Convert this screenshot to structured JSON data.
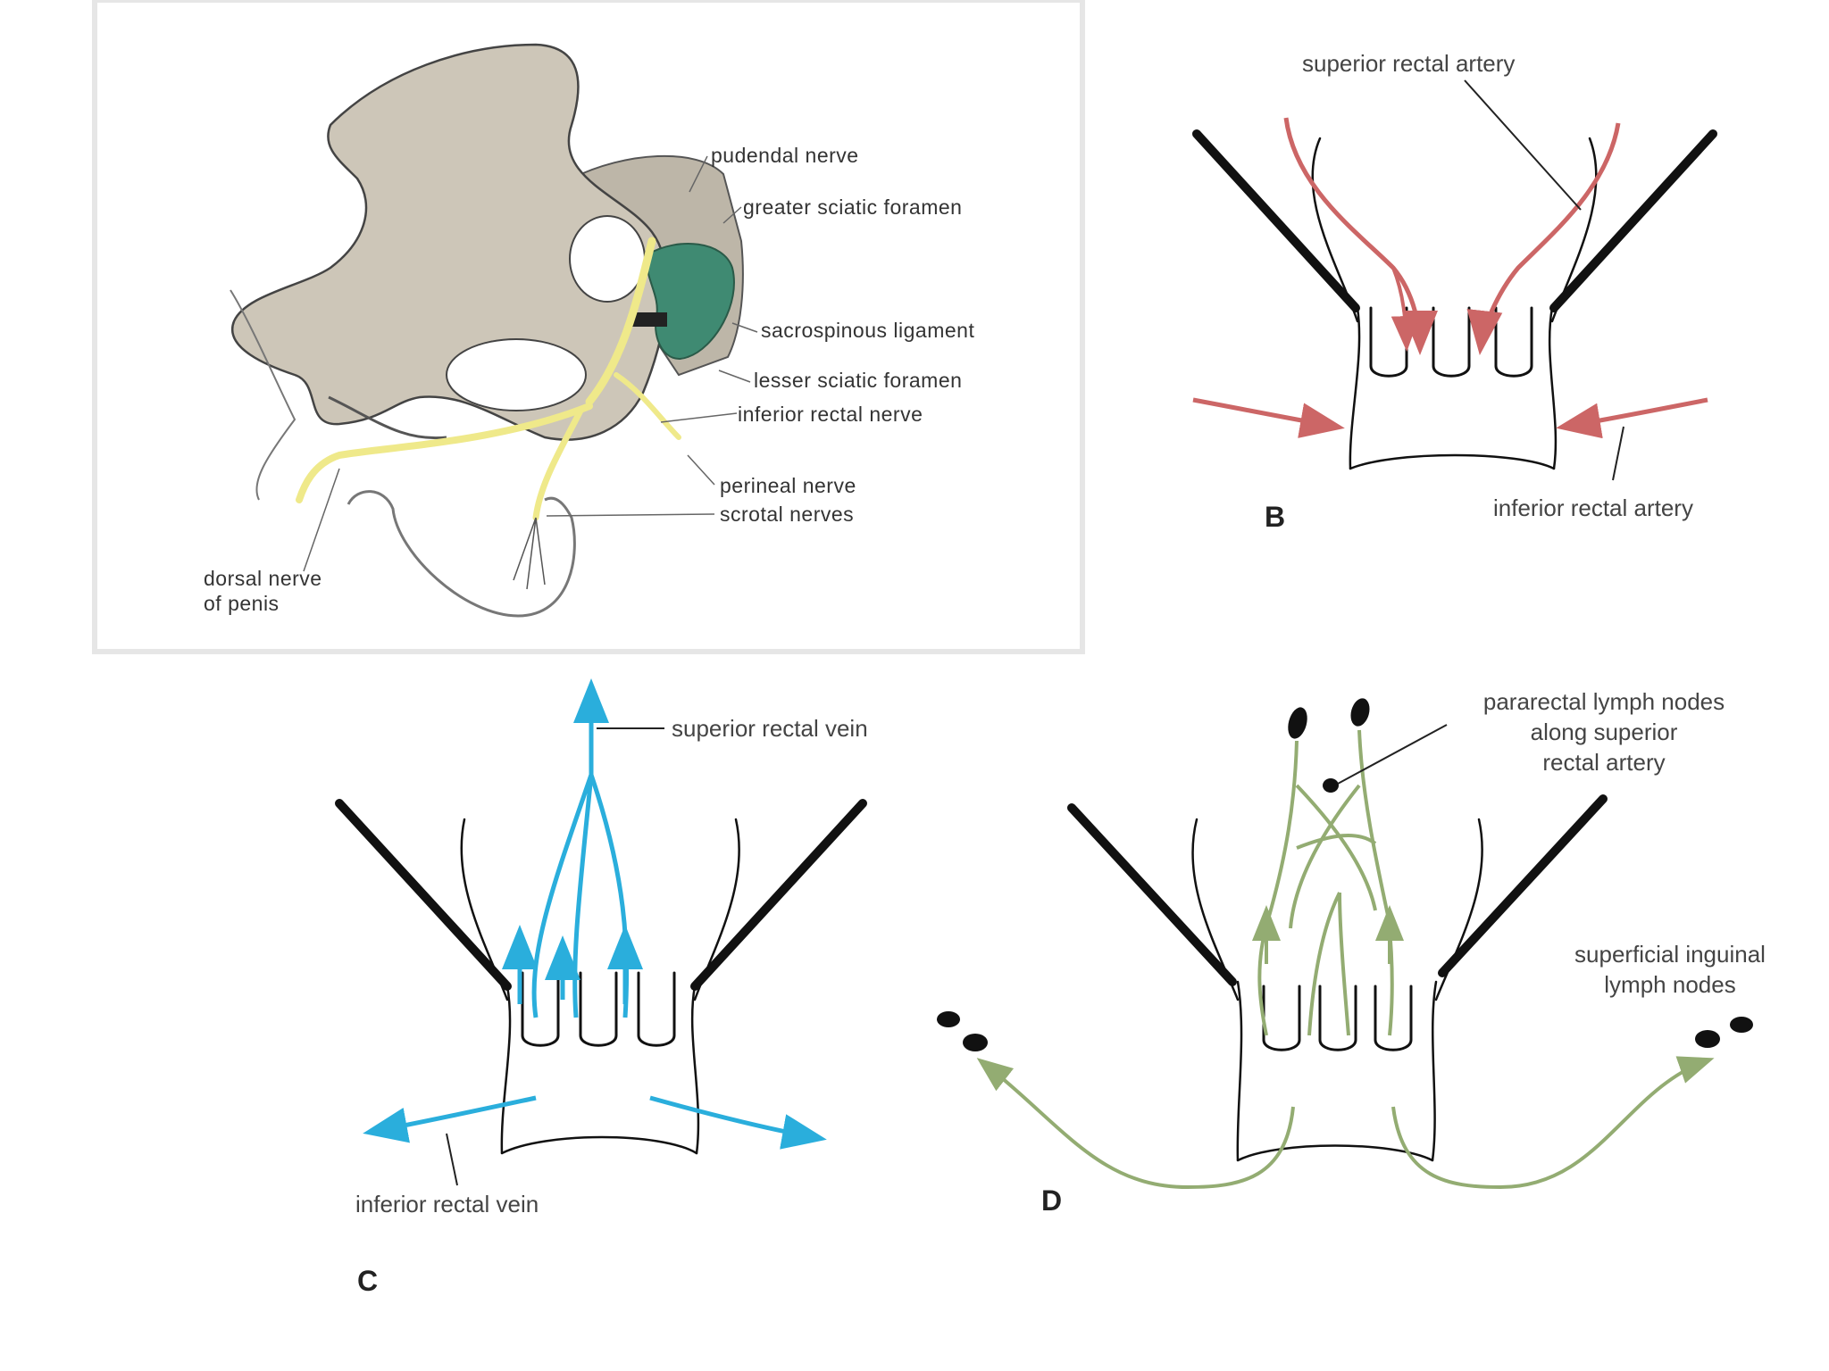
{
  "colors": {
    "artery": "#cc6666",
    "vein": "#2aaedc",
    "lymph": "#93ac72",
    "nerve": "#efe98a",
    "bone": "#cdc6b8",
    "ligament": "#3f8a72",
    "line": "#111111"
  },
  "panel_a": {
    "labels": {
      "pudendal_nerve": "pudendal nerve",
      "greater_sciatic_foramen": "greater sciatic foramen",
      "sacrospinous_ligament": "sacrospinous ligament",
      "lesser_sciatic_foramen": "lesser sciatic foramen",
      "inferior_rectal_nerve": "inferior rectal nerve",
      "perineal_nerve": "perineal nerve",
      "scrotal_nerves": "scrotal nerves",
      "dorsal_nerve_line1": "dorsal nerve",
      "dorsal_nerve_line2": "of penis"
    }
  },
  "panel_b": {
    "letter": "B",
    "labels": {
      "superior_rectal_artery": "superior rectal artery",
      "inferior_rectal_artery": "inferior rectal artery"
    }
  },
  "panel_c": {
    "letter": "C",
    "labels": {
      "superior_rectal_vein": "superior rectal vein",
      "inferior_rectal_vein": "inferior rectal vein"
    }
  },
  "panel_d": {
    "letter": "D",
    "labels": {
      "pararectal_line1": "pararectal lymph nodes",
      "pararectal_line2": "along superior",
      "pararectal_line3": "rectal artery",
      "inguinal_line1": "superficial inguinal",
      "inguinal_line2": "lymph nodes"
    }
  }
}
